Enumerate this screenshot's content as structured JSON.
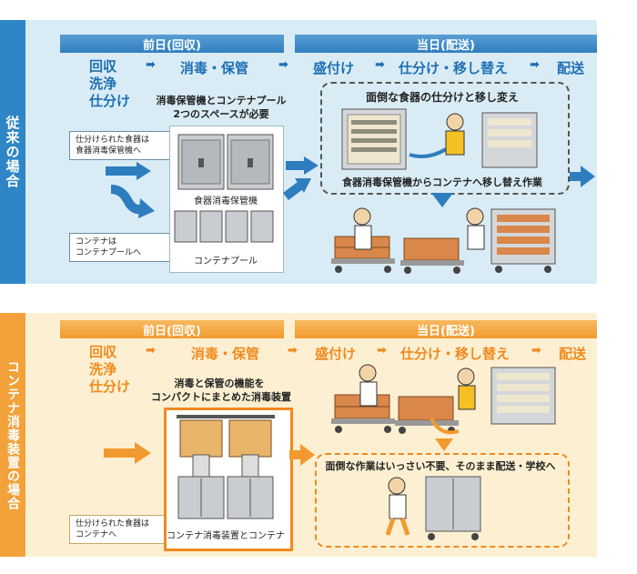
{
  "top": {
    "side_label": "従来の場合",
    "phase_prev": "前日(回収)",
    "phase_day": "当日(配送)",
    "steps": {
      "collect": [
        "回収",
        "洗浄",
        "仕分け"
      ],
      "disinfect": "消毒・保管",
      "serve": "盛付け",
      "sort_move": "仕分け・移し替え",
      "deliver": "配送"
    },
    "space_note": [
      "消毒保管機とコンテナプール",
      "2つのスペースが必要"
    ],
    "note_dishes": [
      "仕分けられた食器は",
      "食器消毒保管機へ"
    ],
    "note_containers": [
      "コンテナは",
      "コンテナプールへ"
    ],
    "cap_storage": "食器消毒保管機",
    "cap_pool": "コンテナプール",
    "dash_title": "面倒な食器の仕分けと移し変え",
    "dash_caption": "食器消毒保管機からコンテナへ移し替え作業",
    "colors": {
      "bg": "#d9ecf5",
      "accent": "#1f6fb4",
      "side": "#2f86c6",
      "phase": "#4a90c8"
    }
  },
  "bottom": {
    "side_label": "コンテナ消毒装置の場合",
    "phase_prev": "前日(回収)",
    "phase_day": "当日(配送)",
    "steps": {
      "collect": [
        "回収",
        "洗浄",
        "仕分け"
      ],
      "disinfect": "消毒・保管",
      "serve": "盛付け",
      "sort_move": "仕分け・移し替え",
      "deliver": "配送"
    },
    "compact_note": [
      "消毒と保管の機能を",
      "コンパクトにまとめた消毒装置"
    ],
    "note_dishes": [
      "仕分けられた食器は",
      "コンテナへ"
    ],
    "cap_device": "コンテナ消毒装置とコンテナ",
    "dash_title": "面倒な作業はいっさい不要、そのまま配送・学校へ",
    "colors": {
      "bg": "#fdf0d2",
      "accent": "#f08a1e",
      "side": "#f3a13a",
      "phase": "#f5b04f"
    }
  }
}
